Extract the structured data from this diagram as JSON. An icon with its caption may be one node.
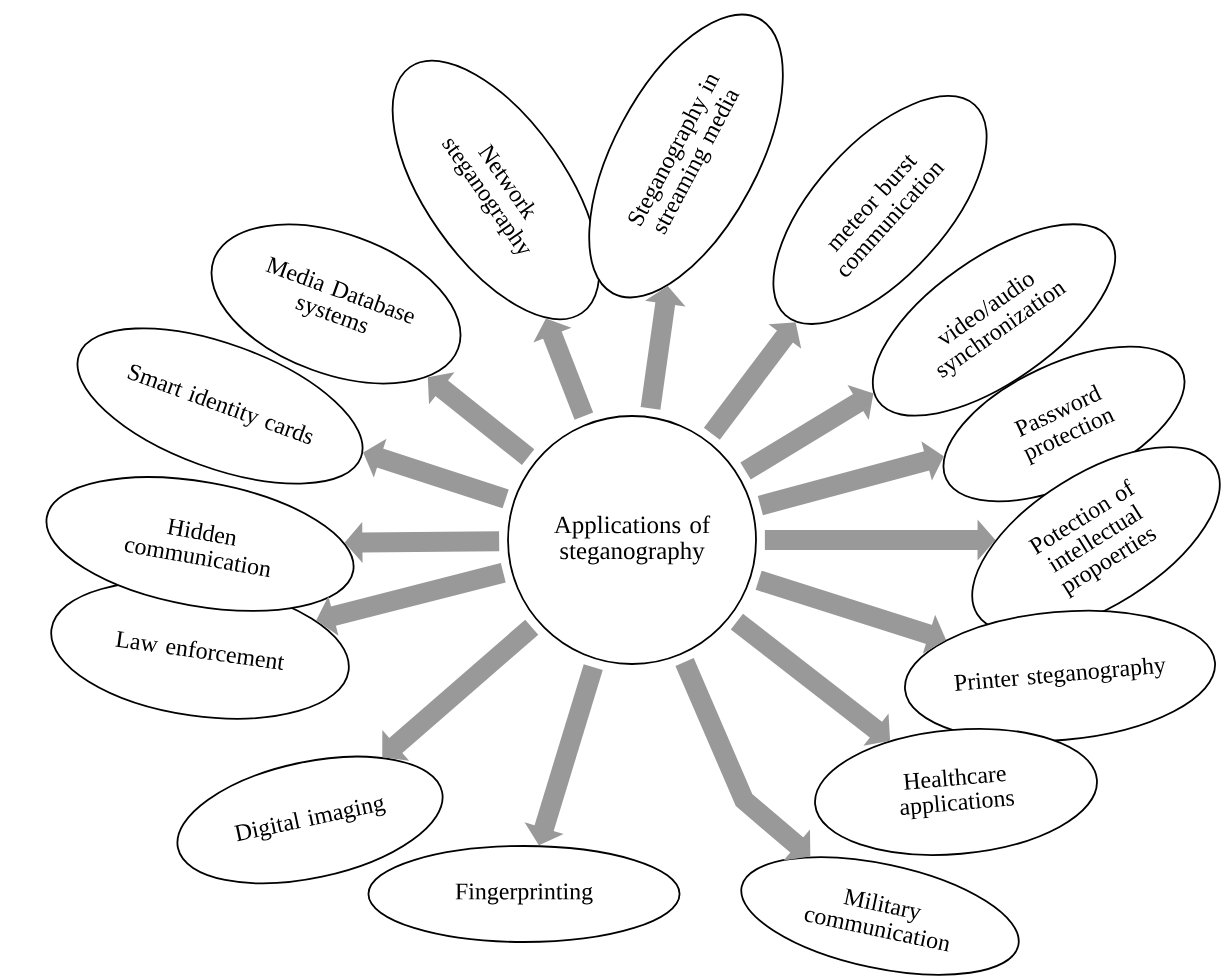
{
  "diagram": {
    "nodes": [
      {
        "text": [
          "Applications of steganography"
        ]
      },
      {
        "text": [
          "Network steganography"
        ]
      },
      {
        "text": [
          "Steganography in streaming media"
        ]
      },
      {
        "text": [
          "meteor burst communication"
        ]
      },
      {
        "text": [
          "video/audio synchronization"
        ]
      },
      {
        "text": [
          "Password protection"
        ]
      },
      {
        "text": [
          "Potection of intellectual propoerties"
        ]
      },
      {
        "text": [
          "Printer steganography"
        ]
      },
      {
        "text": [
          "Healthcare applications"
        ]
      },
      {
        "text": [
          "Military communication"
        ]
      },
      {
        "text": [
          "Fingerprinting"
        ]
      },
      {
        "text": [
          "Digital imaging"
        ]
      },
      {
        "text": [
          "Law enforcement"
        ]
      },
      {
        "text": [
          "Hidden communication"
        ]
      },
      {
        "text": [
          "Smart identity cards"
        ]
      },
      {
        "text": [
          "Media Database systems"
        ]
      }
    ],
    "edges": [
      {
        "from": 0,
        "to": 1,
        "arrow": "to"
      },
      {
        "from": 0,
        "to": 2,
        "arrow": "to"
      },
      {
        "from": 0,
        "to": 3,
        "arrow": "to"
      },
      {
        "from": 0,
        "to": 4,
        "arrow": "to"
      },
      {
        "from": 0,
        "to": 5,
        "arrow": "to"
      },
      {
        "from": 0,
        "to": 6,
        "arrow": "to"
      },
      {
        "from": 0,
        "to": 7,
        "arrow": "to"
      },
      {
        "from": 0,
        "to": 8,
        "arrow": "to"
      },
      {
        "from": 0,
        "to": 9,
        "arrow": "to"
      },
      {
        "from": 0,
        "to": 10,
        "arrow": "to"
      },
      {
        "from": 0,
        "to": 11,
        "arrow": "to"
      },
      {
        "from": 0,
        "to": 12,
        "arrow": "to"
      },
      {
        "from": 0,
        "to": 13,
        "arrow": "to"
      },
      {
        "from": 0,
        "to": 14,
        "arrow": "to"
      },
      {
        "from": 0,
        "to": 15,
        "arrow": "to"
      }
    ]
  }
}
